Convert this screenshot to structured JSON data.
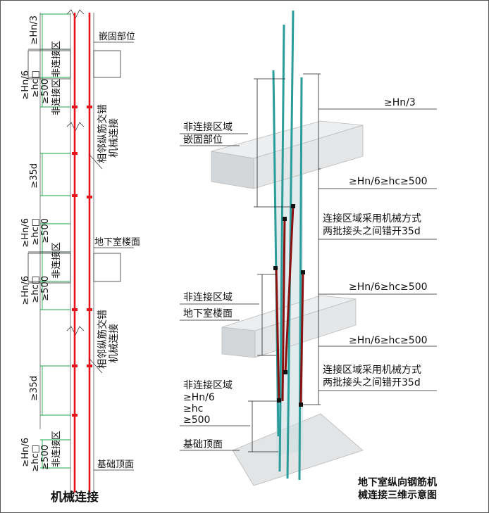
{
  "left_panel": {
    "title": "机械连接",
    "labels": {
      "top_hn3": "≥Hn/3",
      "non_conn_zone": "非连接区",
      "embedded_part": "嵌固部位",
      "hn6": "≥Hn/6",
      "hc": "≥hc□",
      "d500": "≥500",
      "stagger_line1": "相邻纵筋交错",
      "stagger_line2": "机械连接",
      "d35": "≥35d",
      "basement_floor": "地下室楼面",
      "foundation_top": "基础顶面"
    }
  },
  "right_panel": {
    "caption_line1": "地下室纵向钢筋机",
    "caption_line2": "械连接三维示意图",
    "labels": {
      "hn3": "≥Hn/3",
      "non_conn_region": "非连接区域",
      "embedded_part": "嵌固部位",
      "hn6_hc_500": "≥Hn/6≥hc≥500",
      "conn_method_line1": "连接区域采用机械方式",
      "conn_method_line2": "两批接头之间错开35d",
      "basement_floor": "地下室楼面",
      "hn6": "≥Hn/6",
      "hc": "≥hc",
      "d500": "≥500",
      "foundation_top": "基础顶面"
    }
  },
  "colors": {
    "rebar_red": "#e8141c",
    "rebar_teal": "#2a9c9a",
    "rebar_dark_red": "#8b1010",
    "dim_green": "#1aa84a",
    "concrete": "#e2e4e6"
  }
}
